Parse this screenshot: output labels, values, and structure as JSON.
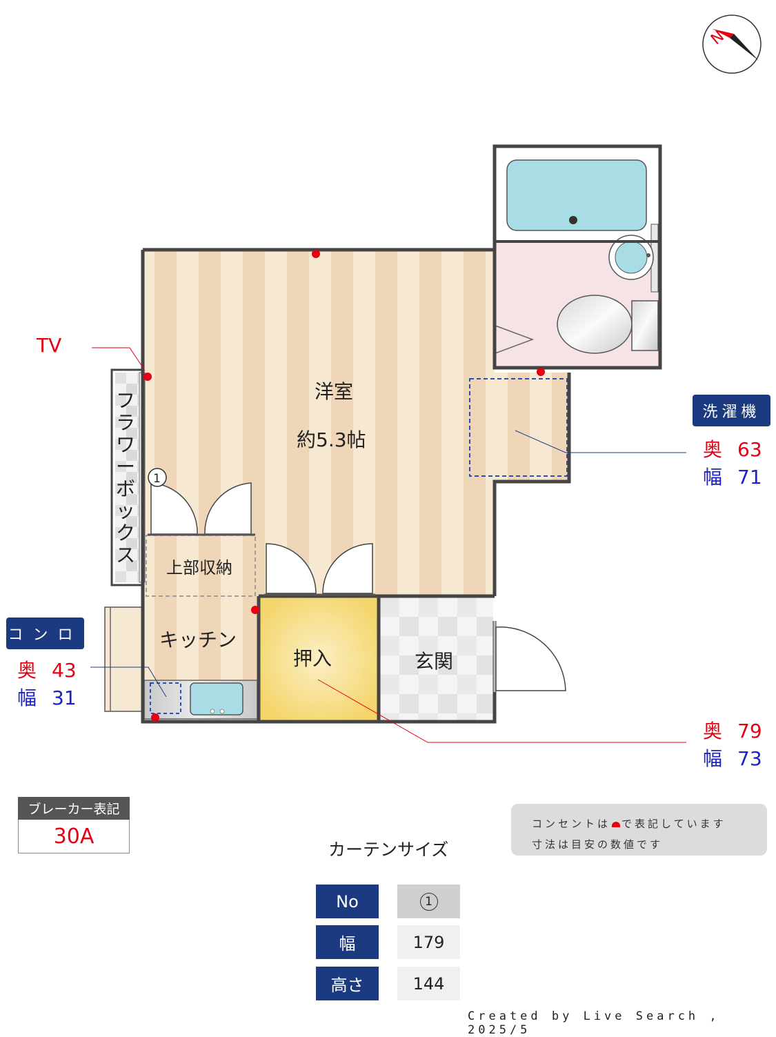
{
  "compass": {
    "letter": "N"
  },
  "rooms": {
    "western_room_name": "洋室",
    "western_room_size": "約5.3帖",
    "upper_storage": "上部収納",
    "kitchen": "キッチン",
    "closet": "押入",
    "entrance": "玄関",
    "flower_box": "フラワーボックス"
  },
  "window_marker": "1",
  "tv_label": "TV",
  "washer": {
    "title": "洗濯機",
    "depth_label": "奥",
    "depth": "63",
    "width_label": "幅",
    "width": "71"
  },
  "stove": {
    "title": "コンロ",
    "depth_label": "奥",
    "depth": "43",
    "width_label": "幅",
    "width": "31"
  },
  "closet_dims": {
    "depth_label": "奥",
    "depth": "79",
    "width_label": "幅",
    "width": "73"
  },
  "breaker": {
    "title": "ブレーカー表記",
    "value": "30A"
  },
  "note": {
    "line1_a": "コンセントは",
    "line1_b": "で表記しています",
    "line2": "寸法は目安の数値です"
  },
  "curtain": {
    "title": "カーテンサイズ",
    "rows": [
      {
        "header": "No",
        "value": "1"
      },
      {
        "header": "幅",
        "value": "179"
      },
      {
        "header": "高さ",
        "value": "144"
      }
    ]
  },
  "credit": "Created by Live Search , 2025/5",
  "colors": {
    "wall": "#444444",
    "stripe_light": "#f7e8d2",
    "stripe_dark": "#efd6b8",
    "closet": "#f6dc7a",
    "bath_water": "#a8dde6",
    "washroom": "#f5e3e6",
    "accent_red": "#e60012",
    "accent_blue": "#1a22c8",
    "navy": "#1c3a80"
  }
}
